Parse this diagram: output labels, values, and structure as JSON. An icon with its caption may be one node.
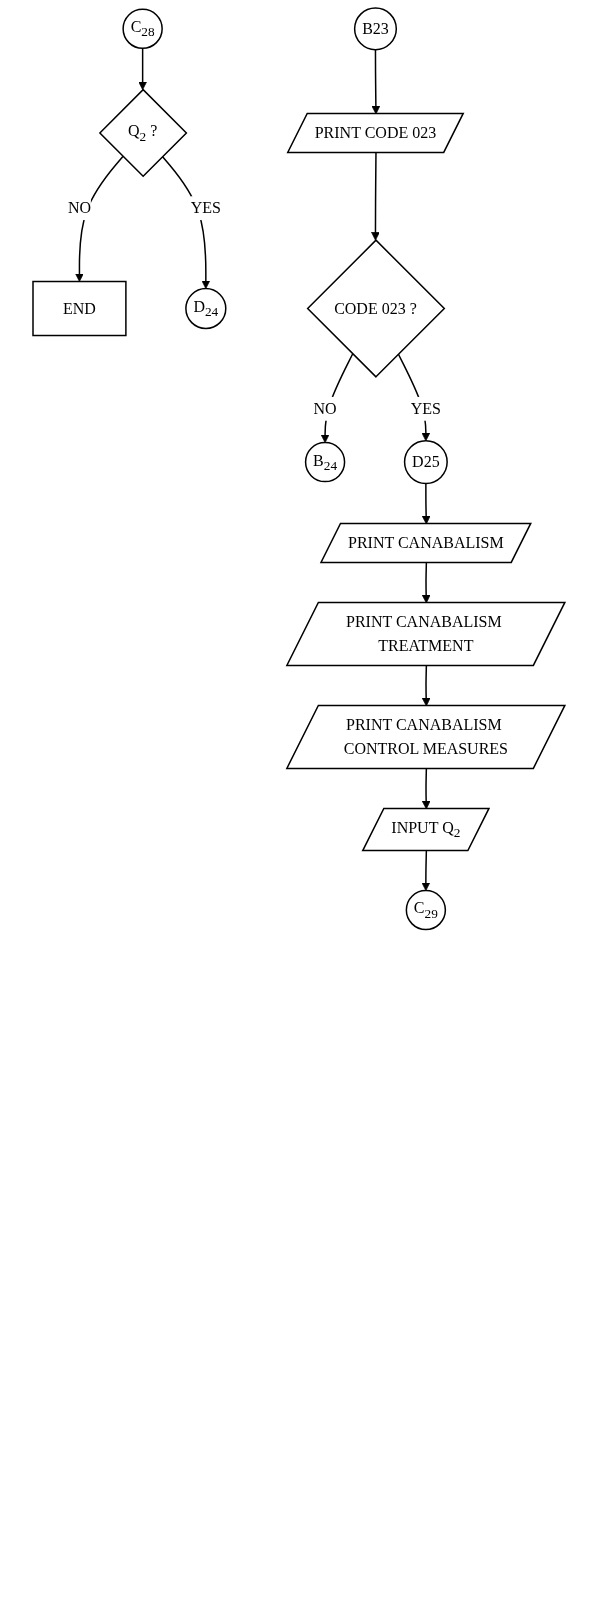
{
  "diagram": {
    "nodes": [
      {
        "text": [
          "C$_{28}$"
        ]
      },
      {
        "text": [
          "Q$_{2}$ ?"
        ]
      },
      {
        "text": [
          "END"
        ]
      },
      {
        "text": [
          "D$_{24}$"
        ]
      },
      {
        "text": [
          "B23"
        ]
      },
      {
        "text": [
          "PRINT CODE 023"
        ]
      },
      {
        "text": [
          "CODE 023 ?"
        ]
      },
      {
        "text": [
          "B$_{24}$"
        ]
      },
      {
        "text": [
          "D25"
        ]
      },
      {
        "text": [
          "PRINT CANABALISM"
        ]
      },
      {
        "text": [
          "PRINT CANABALISM TREATMENT"
        ]
      },
      {
        "text": [
          "PRINT CANABALISM CONTROL MEASURES"
        ]
      },
      {
        "text": [
          "INPUT Q$_{2}$"
        ]
      },
      {
        "text": [
          "C$_{29}$"
        ]
      }
    ],
    "edges": [
      {
        "from": 0,
        "to": 1,
        "arrow": "to"
      },
      {
        "from": 1,
        "to": 2,
        "label": "NO",
        "arrow": "to"
      },
      {
        "from": 1,
        "to": 3,
        "label": "YES",
        "arrow": "to"
      },
      {
        "from": 4,
        "to": 5,
        "arrow": "to"
      },
      {
        "from": 5,
        "to": 6,
        "arrow": "to"
      },
      {
        "from": 6,
        "to": 7,
        "label": "NO",
        "arrow": "to"
      },
      {
        "from": 6,
        "to": 8,
        "label": "YES",
        "arrow": "to"
      },
      {
        "from": 8,
        "to": 9,
        "arrow": "to"
      },
      {
        "from": 9,
        "to": 10,
        "arrow": "to"
      },
      {
        "from": 10,
        "to": 11,
        "arrow": "to"
      },
      {
        "from": 11,
        "to": 12,
        "arrow": "to"
      },
      {
        "from": 12,
        "to": 13,
        "arrow": "to"
      }
    ]
  }
}
